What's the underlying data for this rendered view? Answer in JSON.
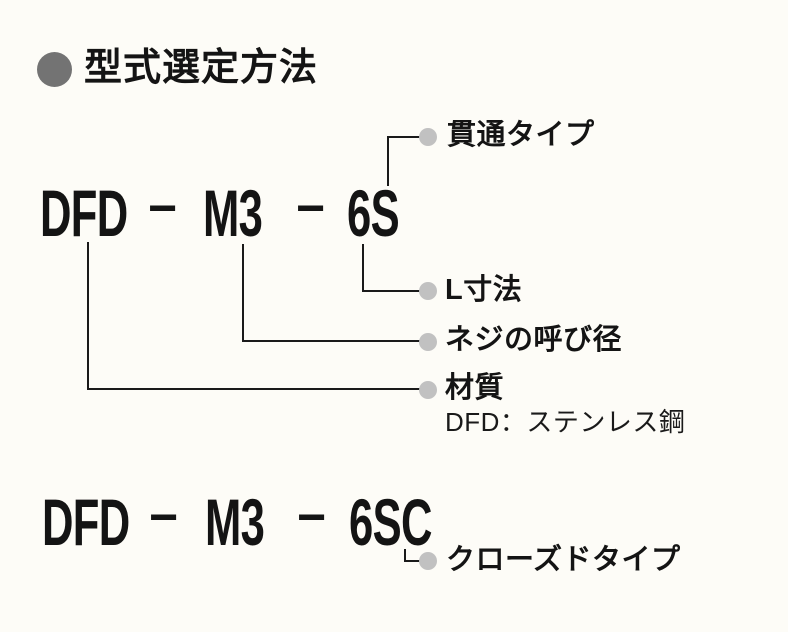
{
  "title": "型式選定方法",
  "model_top": {
    "material_code": "DFD",
    "thread_code": "M3",
    "size_code": "6S",
    "sep": "−"
  },
  "model_bottom": {
    "material_code": "DFD",
    "thread_code": "M3",
    "size_code": "6SC",
    "sep": "−"
  },
  "callouts": {
    "through_type": "貫通タイプ",
    "l_dimension": "L寸法",
    "thread_diameter": "ネジの呼び径",
    "material": "材質",
    "material_detail": "DFD：ステンレス鋼",
    "closed_type": "クローズドタイプ"
  },
  "colors": {
    "background": "#fdfcf7",
    "text": "#141414",
    "line": "#1a1a1a",
    "header_bullet": "#737373",
    "callout_dot": "#c1c1c1"
  }
}
